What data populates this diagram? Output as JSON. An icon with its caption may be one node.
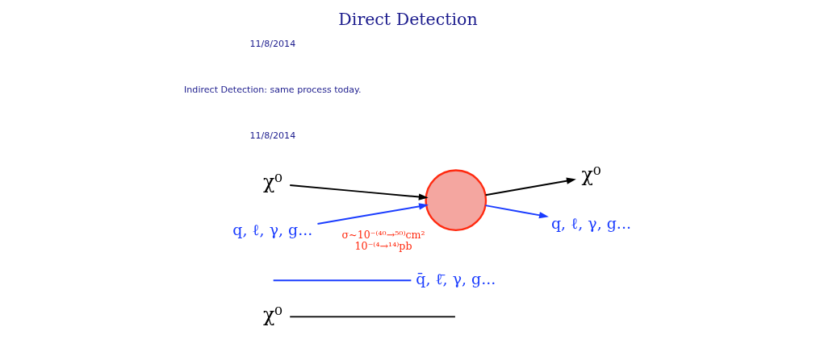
{
  "diagram": {
    "title": "Direct Detection",
    "nodes": [
      {
        "text": [
          "χ⁰"
        ]
      },
      {
        "text": [
          "q̄, ℓ̄, γ, g..."
        ]
      },
      {
        "text": [
          "χ⁰"
        ]
      },
      {
        "text": [
          "χ⁰"
        ]
      },
      {
        "text": [],
        "shape": "circle",
        "beside": [
          "σ~10⁻⁽⁴⁰→⁵⁰⁾cm²",
          "10⁻⁽⁴→¹⁴⁾pb"
        ]
      },
      {
        "text": [
          "q, ℓ, γ, g..."
        ]
      },
      {
        "text": [
          "q, ℓ, γ, g..."
        ]
      }
    ],
    "edges": [
      {
        "from": 0,
        "to": null,
        "arrow": "none",
        "color": "#000000"
      },
      {
        "from": null,
        "to": 1,
        "arrow": "none",
        "color": "#1a3cff"
      },
      {
        "from": 2,
        "to": 4,
        "arrow": "to",
        "color": "#000000"
      },
      {
        "from": 4,
        "to": 3,
        "arrow": "to",
        "color": "#000000"
      },
      {
        "from": 5,
        "to": 4,
        "arrow": "to",
        "color": "#1a3cff"
      },
      {
        "from": 4,
        "to": 6,
        "arrow": "to",
        "color": "#1a3cff"
      }
    ],
    "labels": [
      "11/8/2014",
      "Indirect Detection: same process today.",
      "11/8/2014"
    ]
  }
}
